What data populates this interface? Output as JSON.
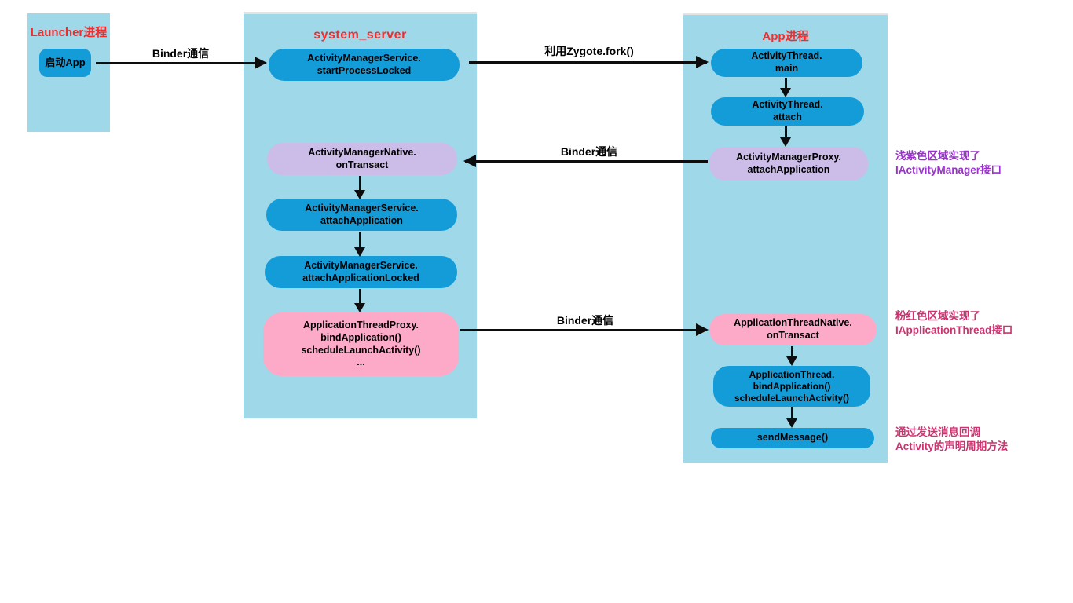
{
  "diagram": {
    "launcher": {
      "title": "Launcher进程",
      "node": "启动App"
    },
    "system_server": {
      "title": "system_server",
      "nodes": [
        {
          "label": "ActivityManagerService.\nstartProcessLocked",
          "type": "blue"
        },
        {
          "label": "ActivityManagerNative.\nonTransact",
          "type": "purple"
        },
        {
          "label": "ActivityManagerService.\nattachApplication",
          "type": "blue"
        },
        {
          "label": "ActivityManagerService.\nattachApplicationLocked",
          "type": "blue"
        },
        {
          "label": "ApplicationThreadProxy.\nbindApplication()\nscheduleLaunchActivity()\n...",
          "type": "pink"
        }
      ]
    },
    "app": {
      "title": "App进程",
      "nodes": [
        {
          "label": "ActivityThread.\nmain",
          "type": "blue"
        },
        {
          "label": "ActivityThread.\nattach",
          "type": "blue"
        },
        {
          "label": "ActivityManagerProxy.\nattachApplication",
          "type": "purple"
        },
        {
          "label": "ApplicationThreadNative.\nonTransact",
          "type": "pink"
        },
        {
          "label": "ApplicationThread.\nbindApplication()\nscheduleLaunchActivity()",
          "type": "blue"
        },
        {
          "label": "sendMessage()",
          "type": "blue"
        }
      ]
    },
    "arrow_labels": {
      "launcher_to_system": "Binder通信",
      "zygote_fork": "利用Zygote.fork()",
      "binder_back": "Binder通信",
      "binder_forward": "Binder通信"
    },
    "annotations": [
      {
        "text": "浅紫色区域实现了\nIActivityManager接口",
        "color": "purple"
      },
      {
        "text": "粉红色区域实现了\nIApplicationThread接口",
        "color": "pink"
      },
      {
        "text": "通过发送消息回调\nActivity的声明周期方法",
        "color": "pink"
      }
    ],
    "colors": {
      "column_bg": "#9fd8e9",
      "blue_node": "#149cd8",
      "purple_node": "#ccbde8",
      "pink_node": "#fdaac9",
      "header_red": "#f32b2b",
      "annotation_purple": "#9933cc",
      "annotation_pink": "#cc3370"
    }
  }
}
